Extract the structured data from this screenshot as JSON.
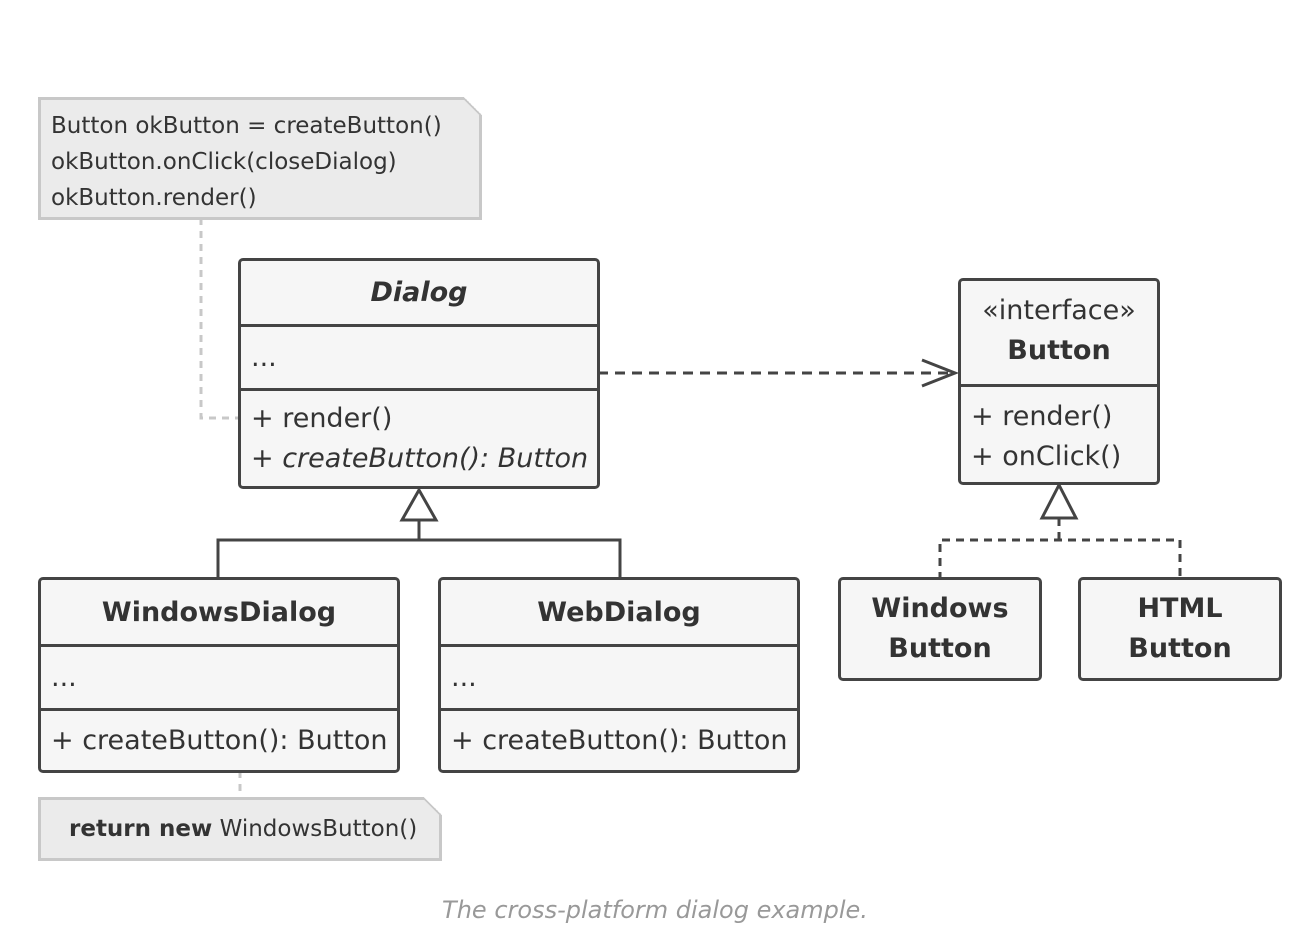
{
  "note_top": {
    "lines": [
      "Button okButton = createButton()",
      "okButton.onClick(closeDialog)",
      "okButton.render()"
    ]
  },
  "dialog": {
    "name": "Dialog",
    "fields": "...",
    "methods": [
      "+ render()",
      "+ createButton(): Button"
    ]
  },
  "windows_dialog": {
    "name": "WindowsDialog",
    "fields": "...",
    "methods": [
      "+ createButton(): Button"
    ]
  },
  "web_dialog": {
    "name": "WebDialog",
    "fields": "...",
    "methods": [
      "+ createButton(): Button"
    ]
  },
  "button_interface": {
    "stereotype": "«interface»",
    "name": "Button",
    "methods": [
      "+ render()",
      "+ onClick()"
    ]
  },
  "windows_button": {
    "name_line1": "Windows",
    "name_line2": "Button"
  },
  "html_button": {
    "name_line1": "HTML",
    "name_line2": "Button"
  },
  "note_bottom": {
    "keyword": "return new",
    "text": " WindowsButton()"
  },
  "caption": "The cross-platform dialog example."
}
